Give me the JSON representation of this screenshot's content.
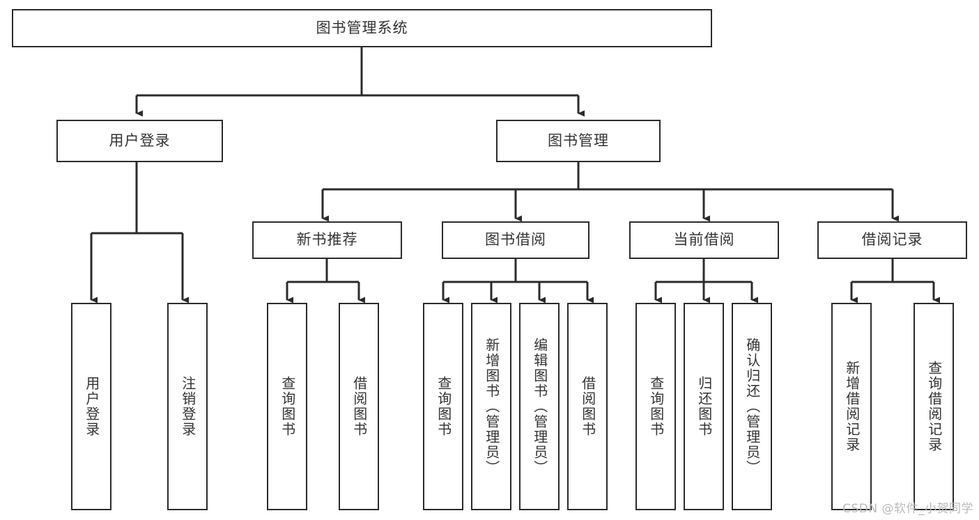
{
  "diagram": {
    "type": "tree-hierarchy",
    "title": "图书管理系统",
    "root": {
      "id": "root",
      "label": "图书管理系统",
      "orientation": "horizontal"
    },
    "level2": [
      {
        "id": "user-login",
        "label": "用户登录",
        "orientation": "horizontal"
      },
      {
        "id": "book-management",
        "label": "图书管理",
        "orientation": "horizontal"
      }
    ],
    "level3": [
      {
        "id": "new-book-recommend",
        "label": "新书推荐",
        "orientation": "horizontal",
        "parent": "book-management"
      },
      {
        "id": "book-borrow",
        "label": "图书借阅",
        "orientation": "horizontal",
        "parent": "book-management"
      },
      {
        "id": "current-borrow",
        "label": "当前借阅",
        "orientation": "horizontal",
        "parent": "book-management"
      },
      {
        "id": "borrow-record",
        "label": "借阅记录",
        "orientation": "horizontal",
        "parent": "book-management"
      }
    ],
    "leaves": [
      {
        "id": "leaf-user-login",
        "label": "用户登录",
        "orientation": "vertical",
        "parent": "user-login"
      },
      {
        "id": "leaf-logout-login",
        "label": "注销登录",
        "orientation": "vertical",
        "parent": "user-login"
      },
      {
        "id": "leaf-query-book-1",
        "label": "查询图书",
        "orientation": "vertical",
        "parent": "new-book-recommend"
      },
      {
        "id": "leaf-borrow-book-1",
        "label": "借阅图书",
        "orientation": "vertical",
        "parent": "new-book-recommend"
      },
      {
        "id": "leaf-query-book-2",
        "label": "查询图书",
        "orientation": "vertical",
        "parent": "book-borrow"
      },
      {
        "id": "leaf-add-book-admin",
        "label": "新增图书（管理员）",
        "orientation": "vertical",
        "parent": "book-borrow"
      },
      {
        "id": "leaf-edit-book-admin",
        "label": "编辑图书（管理员）",
        "orientation": "vertical",
        "parent": "book-borrow"
      },
      {
        "id": "leaf-borrow-book-2",
        "label": "借阅图书",
        "orientation": "vertical",
        "parent": "book-borrow"
      },
      {
        "id": "leaf-query-book-3",
        "label": "查询图书",
        "orientation": "vertical",
        "parent": "current-borrow"
      },
      {
        "id": "leaf-return-book",
        "label": "归还图书",
        "orientation": "vertical",
        "parent": "current-borrow"
      },
      {
        "id": "leaf-confirm-return-admin",
        "label": "确认归还（管理员）",
        "orientation": "vertical",
        "parent": "current-borrow"
      },
      {
        "id": "leaf-add-borrow-record",
        "label": "新增借阅记录",
        "orientation": "vertical",
        "parent": "borrow-record"
      },
      {
        "id": "leaf-query-borrow-record",
        "label": "查询借阅记录",
        "orientation": "vertical",
        "parent": "borrow-record"
      }
    ],
    "colors": {
      "stroke": "#2b2b2b",
      "text": "#333333",
      "background": "#ffffff",
      "watermark": "#b9b9b9"
    }
  },
  "watermark": {
    "text": "CSDN @软件_小贺同学"
  }
}
